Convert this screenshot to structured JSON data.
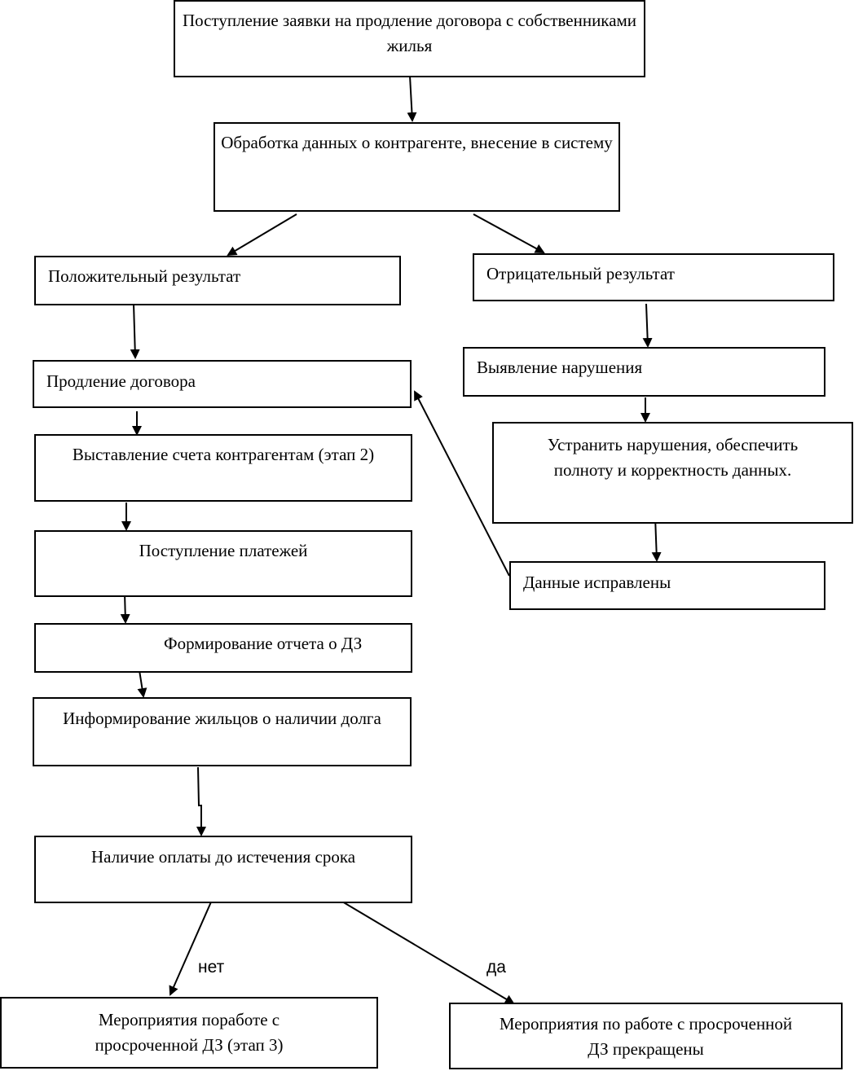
{
  "nodes": {
    "request": "Поступление заявки на продление договора с собственниками жилья",
    "processing": "Обработка данных о контрагенте, внесение в систему",
    "positive": "Положительный результат",
    "negative": "Отрицательный результат",
    "extension": "Продление договора",
    "detect": "Выявление нарушения",
    "fix": "Устранить нарушения, обеспечить полноту и корректность данных.",
    "invoice": "Выставление счета контрагентам (этап 2)",
    "payments": "Поступление платежей",
    "corrected": "Данные исправлены",
    "report": "Формирование отчета о ДЗ",
    "inform": "Информирование жильцов о наличии долга",
    "check": "Наличие оплаты до истечения срока",
    "stage3": "Мероприятия поработе с просроченной ДЗ (этап 3)",
    "stopped": "Мероприятия  по работе с просроченной ДЗ прекращены"
  },
  "edge_labels": {
    "no": "нет",
    "yes": "да"
  }
}
